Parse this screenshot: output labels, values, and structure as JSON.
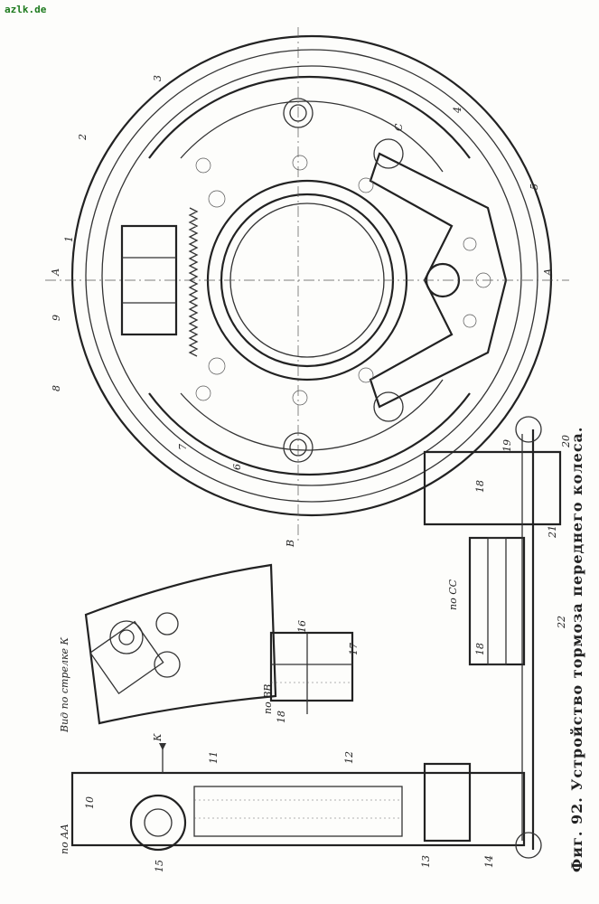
{
  "watermark": "azlk.de",
  "caption": "Фиг. 92. Устройство тормоза переднего колеса.",
  "views": {
    "section_aa": "по АА",
    "view_k": "Вид по стрелке К",
    "section_bb": "по ВВ",
    "section_cc": "по СС"
  },
  "letters": {
    "a": "А",
    "b": "В",
    "c": "С",
    "k": "К"
  },
  "part_numbers": [
    "1",
    "2",
    "3",
    "4",
    "5",
    "6",
    "7",
    "8",
    "9",
    "10",
    "11",
    "12",
    "13",
    "14",
    "15",
    "16",
    "17",
    "18",
    "19",
    "20",
    "21",
    "22"
  ]
}
